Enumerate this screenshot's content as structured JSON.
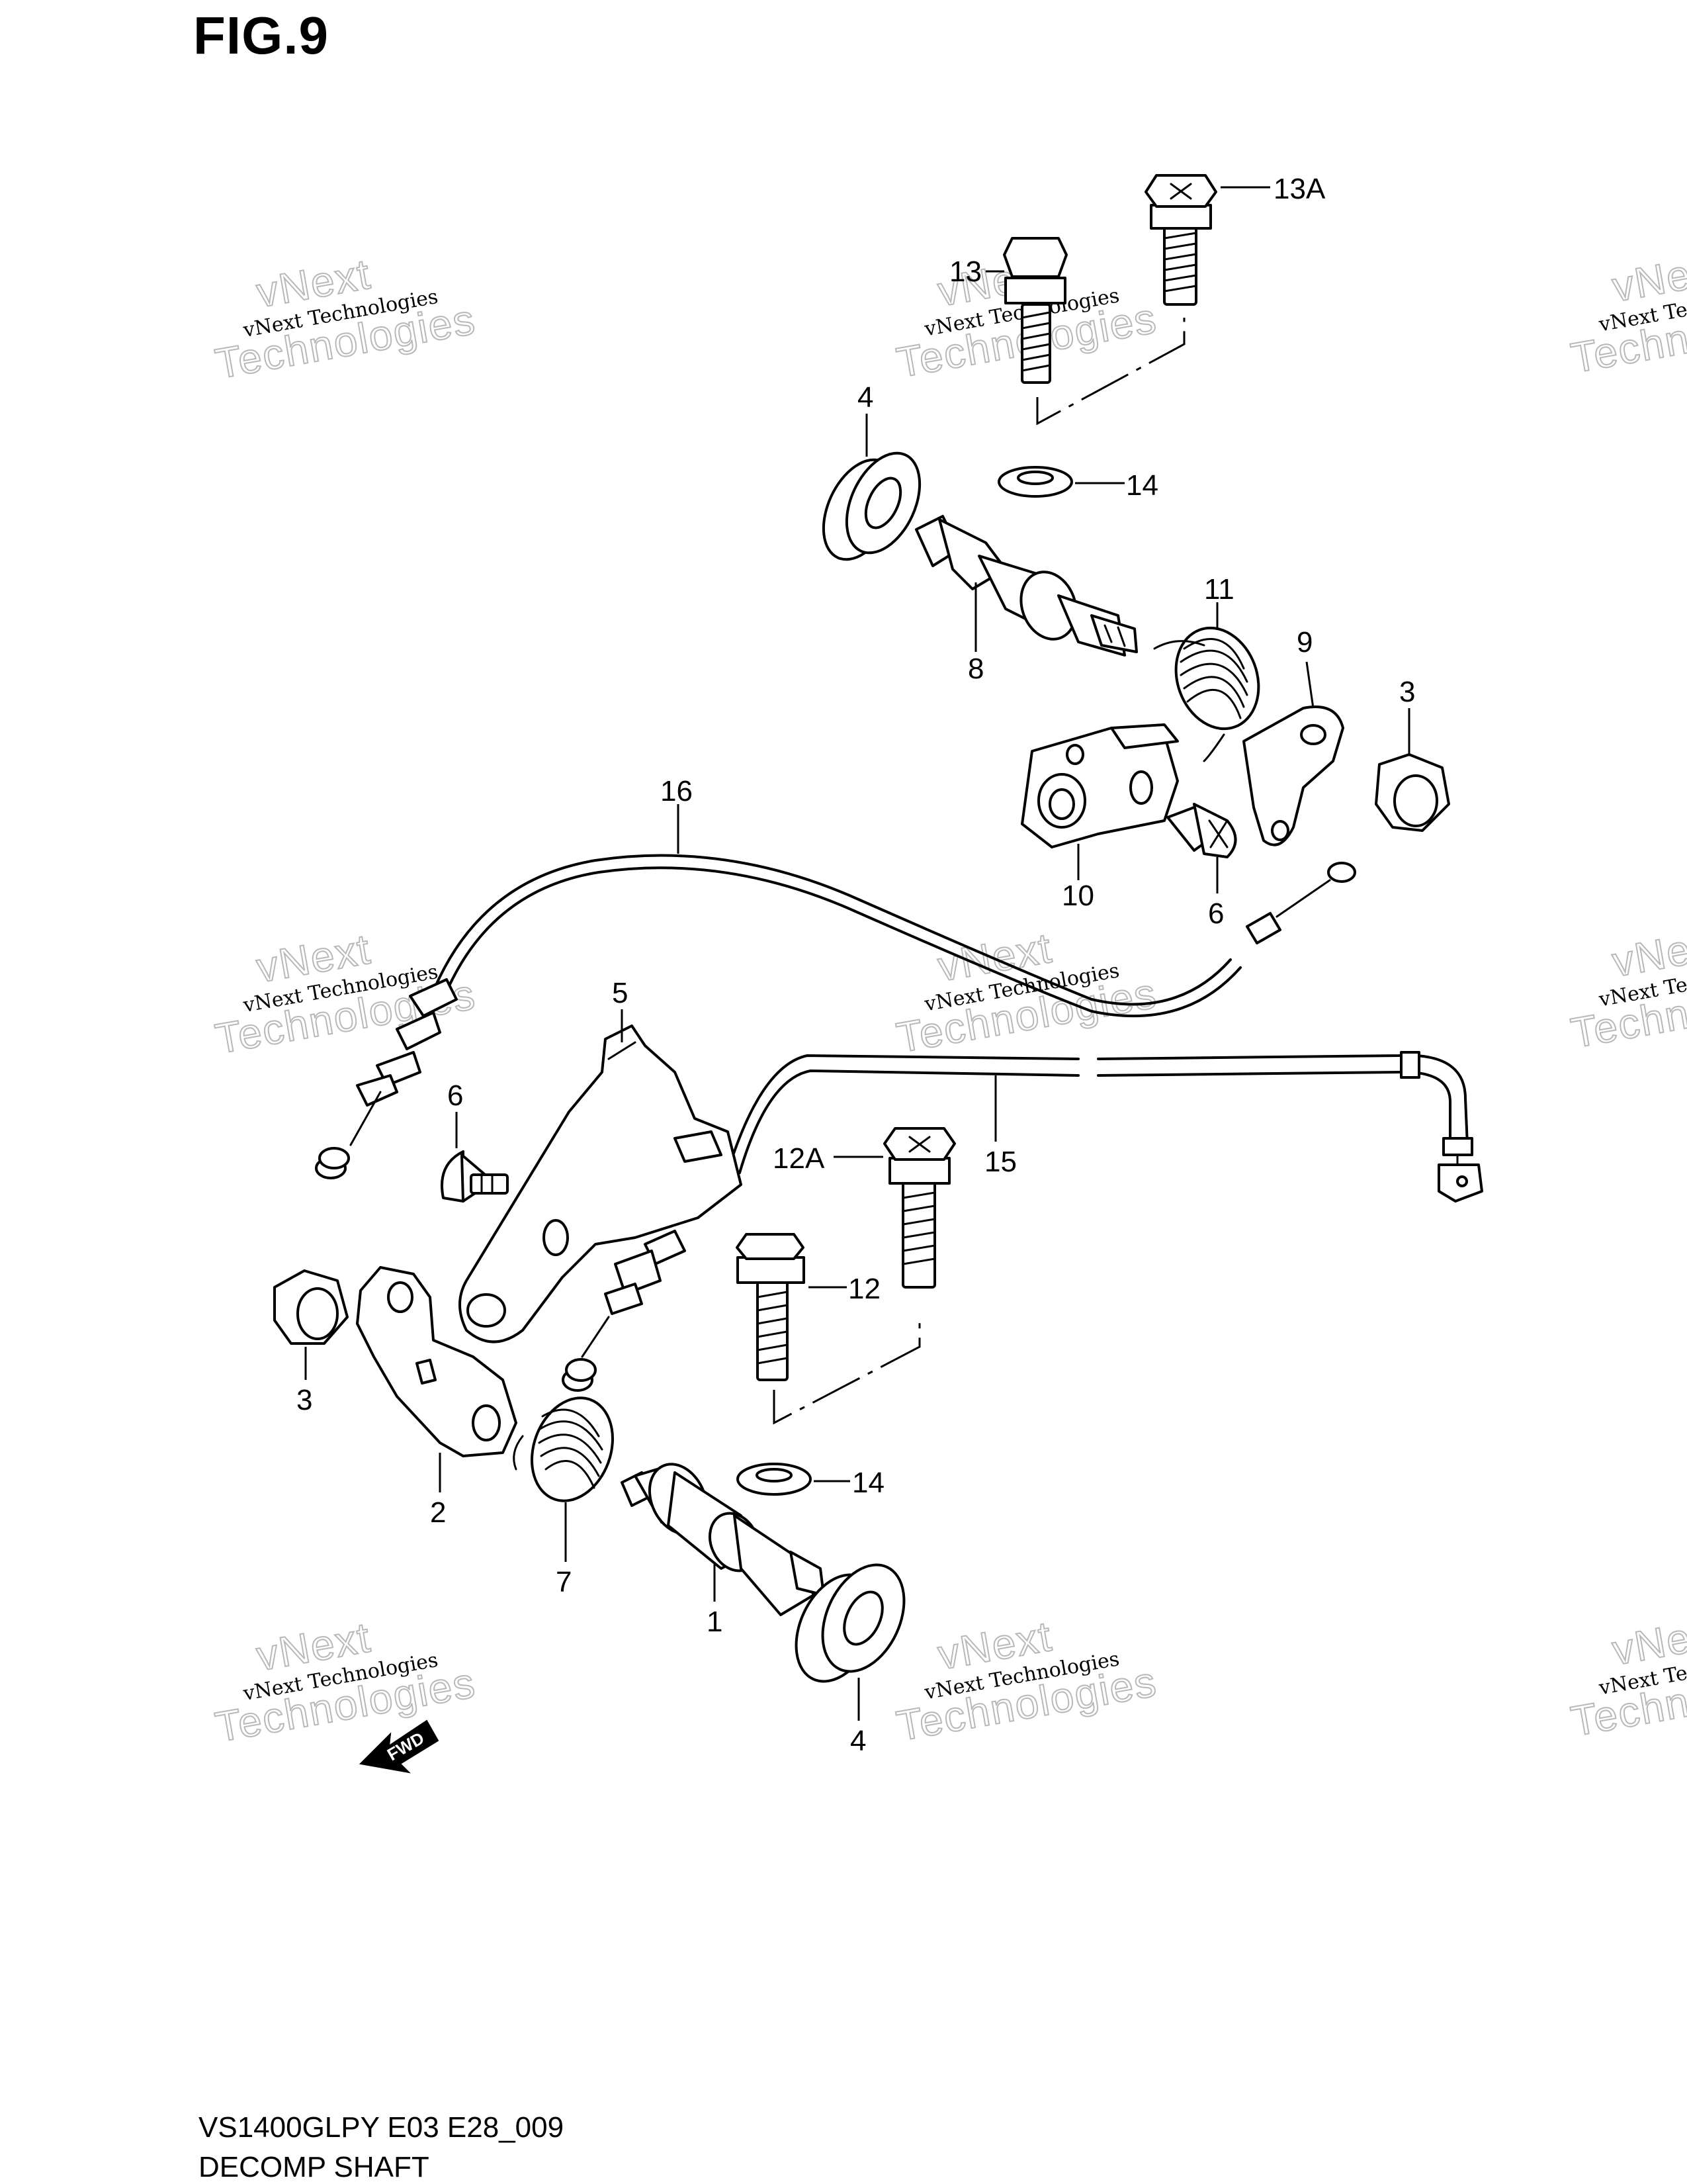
{
  "figure": {
    "title": "FIG.9",
    "model_code": "VS1400GLPY E03 E28_009",
    "section_name": "DECOMP SHAFT"
  },
  "watermark": {
    "line1": "vNext Technologies",
    "line2": "vNext",
    "line3": "Technologies"
  },
  "callouts": {
    "p1": "1",
    "p2": "2",
    "p3a": "3",
    "p3b": "3",
    "p4a": "4",
    "p4b": "4",
    "p5": "5",
    "p6a": "6",
    "p6b": "6",
    "p7": "7",
    "p8": "8",
    "p9": "9",
    "p10": "10",
    "p11": "11",
    "p12": "12",
    "p12a": "12A",
    "p13": "13",
    "p13a": "13A",
    "p14a": "14",
    "p14b": "14",
    "p15": "15",
    "p16": "16"
  },
  "fwd_label": "FWD",
  "colors": {
    "ink": "#000000",
    "paper": "#ffffff",
    "watermark": "#b8b8b8"
  }
}
